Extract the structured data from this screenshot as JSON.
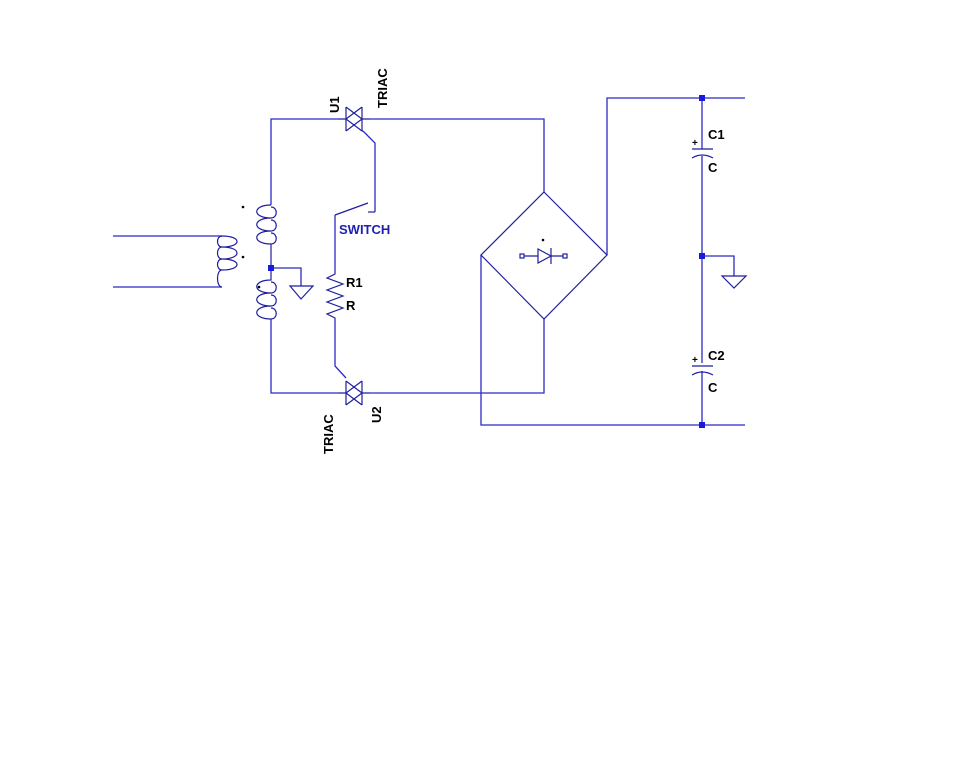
{
  "colors": {
    "wire": "#2b2bc4",
    "component": "#1f1f9e",
    "junction": "#1a1adb",
    "label": "#000000",
    "switch_label": "#1f1fb0"
  },
  "labels": {
    "u1_ref": "U1",
    "u1_val": "TRIAC",
    "u2_ref": "U2",
    "u2_val": "TRIAC",
    "switch": "SWITCH",
    "r1_ref": "R1",
    "r1_val": "R",
    "c1_ref": "C1",
    "c1_val": "C",
    "c2_ref": "C2",
    "c2_val": "C",
    "plus": "+"
  }
}
